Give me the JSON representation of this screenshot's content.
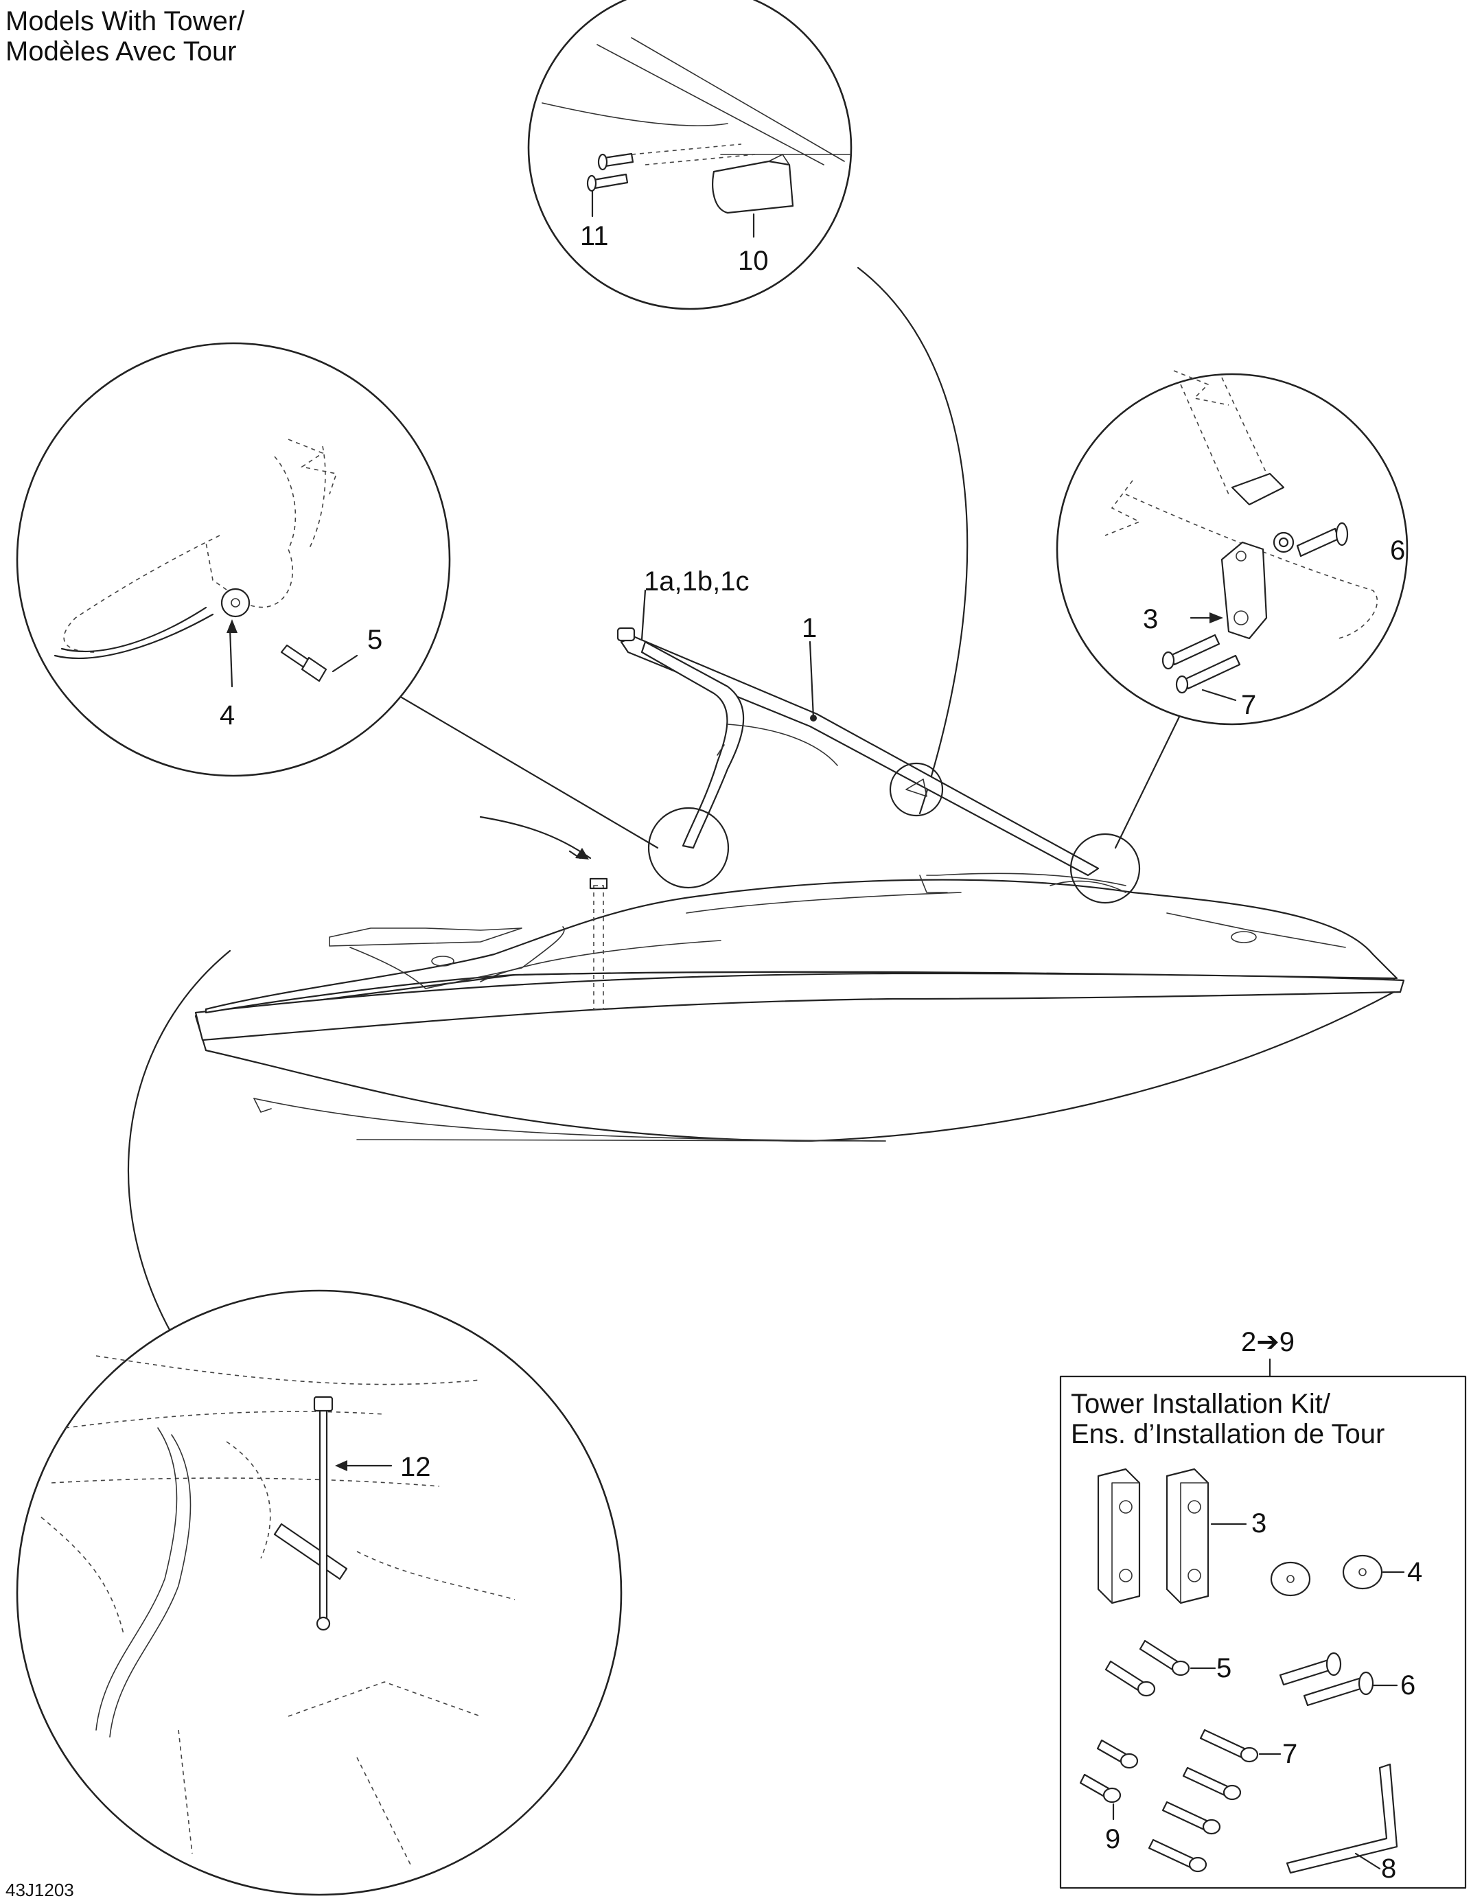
{
  "title_lines": [
    "Models With Tower/",
    "Modèles Avec Tour"
  ],
  "kit": {
    "range_label": "2➔9",
    "title_lines": [
      "Tower Installation Kit/",
      "Ens. d’Installation de Tour"
    ]
  },
  "callouts": {
    "c1": "1",
    "c1abc": "1a,1b,1c",
    "c3": "3",
    "c4": "4",
    "c5": "5",
    "c6": "6",
    "c7": "7",
    "c10": "10",
    "c11": "11",
    "c12": "12",
    "k3": "3",
    "k4": "4",
    "k5": "5",
    "k6": "6",
    "k7": "7",
    "k8": "8",
    "k9": "9"
  },
  "figure_code": "43J1203"
}
